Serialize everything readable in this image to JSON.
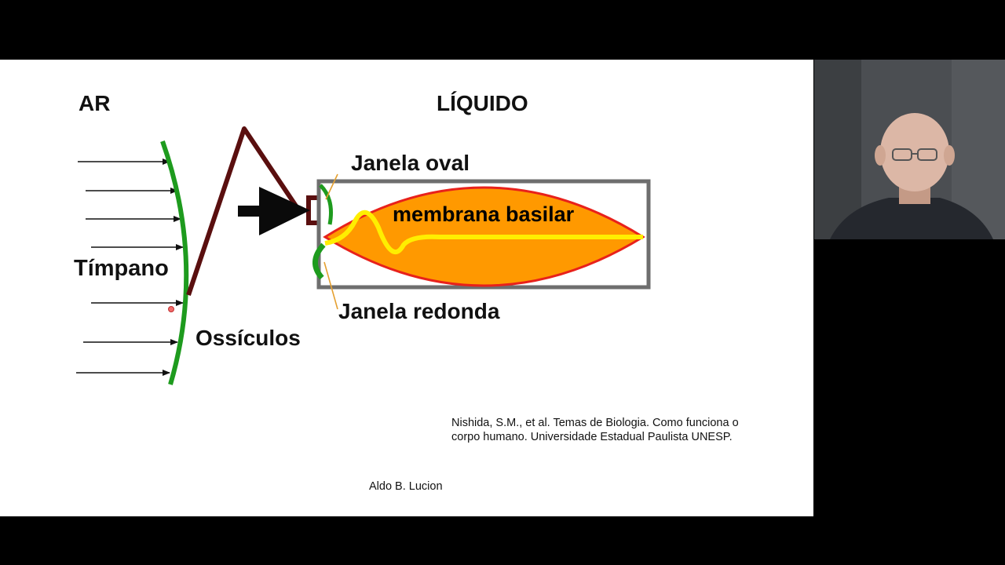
{
  "slide": {
    "labels": {
      "ar": "AR",
      "liquido": "LÍQUIDO",
      "janela_oval": "Janela oval",
      "membrana_basilar": "membrana basilar",
      "timpano": "Tímpano",
      "janela_redonda": "Janela redonda",
      "ossiculos": "Ossículos"
    },
    "citation": {
      "line1": "Nishida, S.M., et al. Temas de Biologia. Como funciona o",
      "line2": "corpo humano. Universidade Estadual Paulista UNESP."
    },
    "author": "Aldo B. Lucion"
  },
  "colors": {
    "eardrum_green": "#1e9b1e",
    "ossicle_brown": "#5a0f0f",
    "cochlea_orange": "#ff9900",
    "membrane_border_red": "#e8211b",
    "basilar_wave_yellow": "#ffee00",
    "chamber_gray": "#6e6e6e",
    "window_line": "#e5a030"
  },
  "webcam": {
    "icon": "presenter-video-feed"
  }
}
